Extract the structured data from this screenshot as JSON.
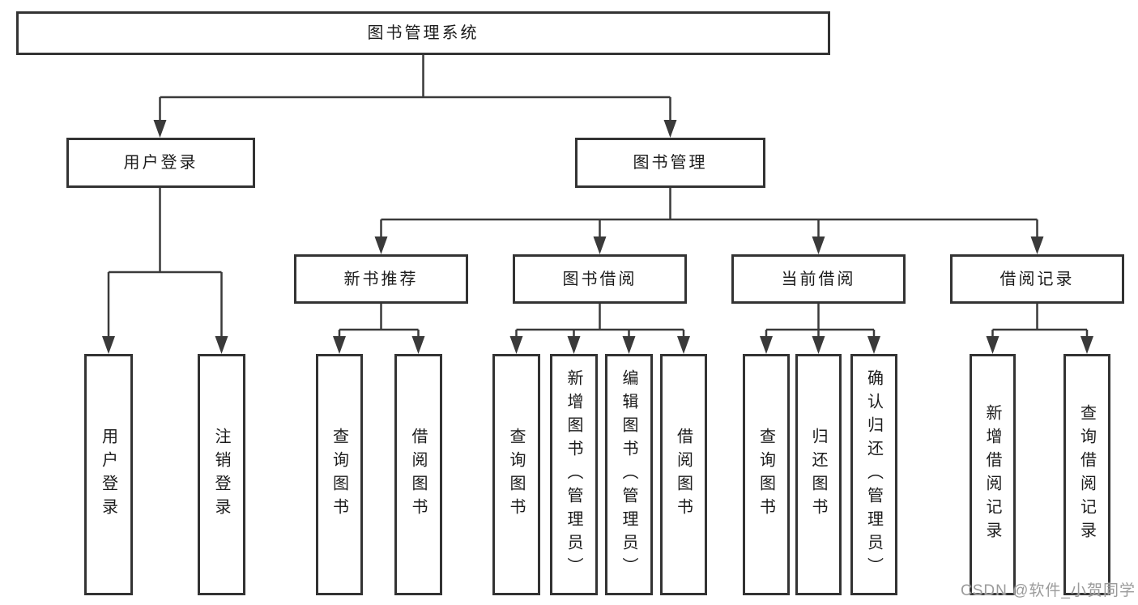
{
  "tree": {
    "root": "图书管理系统",
    "children": [
      {
        "label": "用户登录",
        "children": [
          "用户登录",
          "注销登录"
        ]
      },
      {
        "label": "图书管理",
        "children": [
          {
            "label": "新书推荐",
            "children": [
              "查询图书",
              "借阅图书"
            ]
          },
          {
            "label": "图书借阅",
            "children": [
              "查询图书",
              "新增图书（管理员）",
              "编辑图书（管理员）",
              "借阅图书"
            ]
          },
          {
            "label": "当前借阅",
            "children": [
              "查询图书",
              "归还图书",
              "确认归还（管理员）"
            ]
          },
          {
            "label": "借阅记录",
            "children": [
              "新增借阅记录",
              "查询借阅记录"
            ]
          }
        ]
      }
    ]
  },
  "watermark": {
    "text": "CSDN @软件_小贺同学"
  },
  "colors": {
    "box_border": "#333333",
    "connector_line": "#3a3a3a",
    "text": "#1c1c1c",
    "watermark_text": "#9b9b9b",
    "background": "#ffffff"
  }
}
